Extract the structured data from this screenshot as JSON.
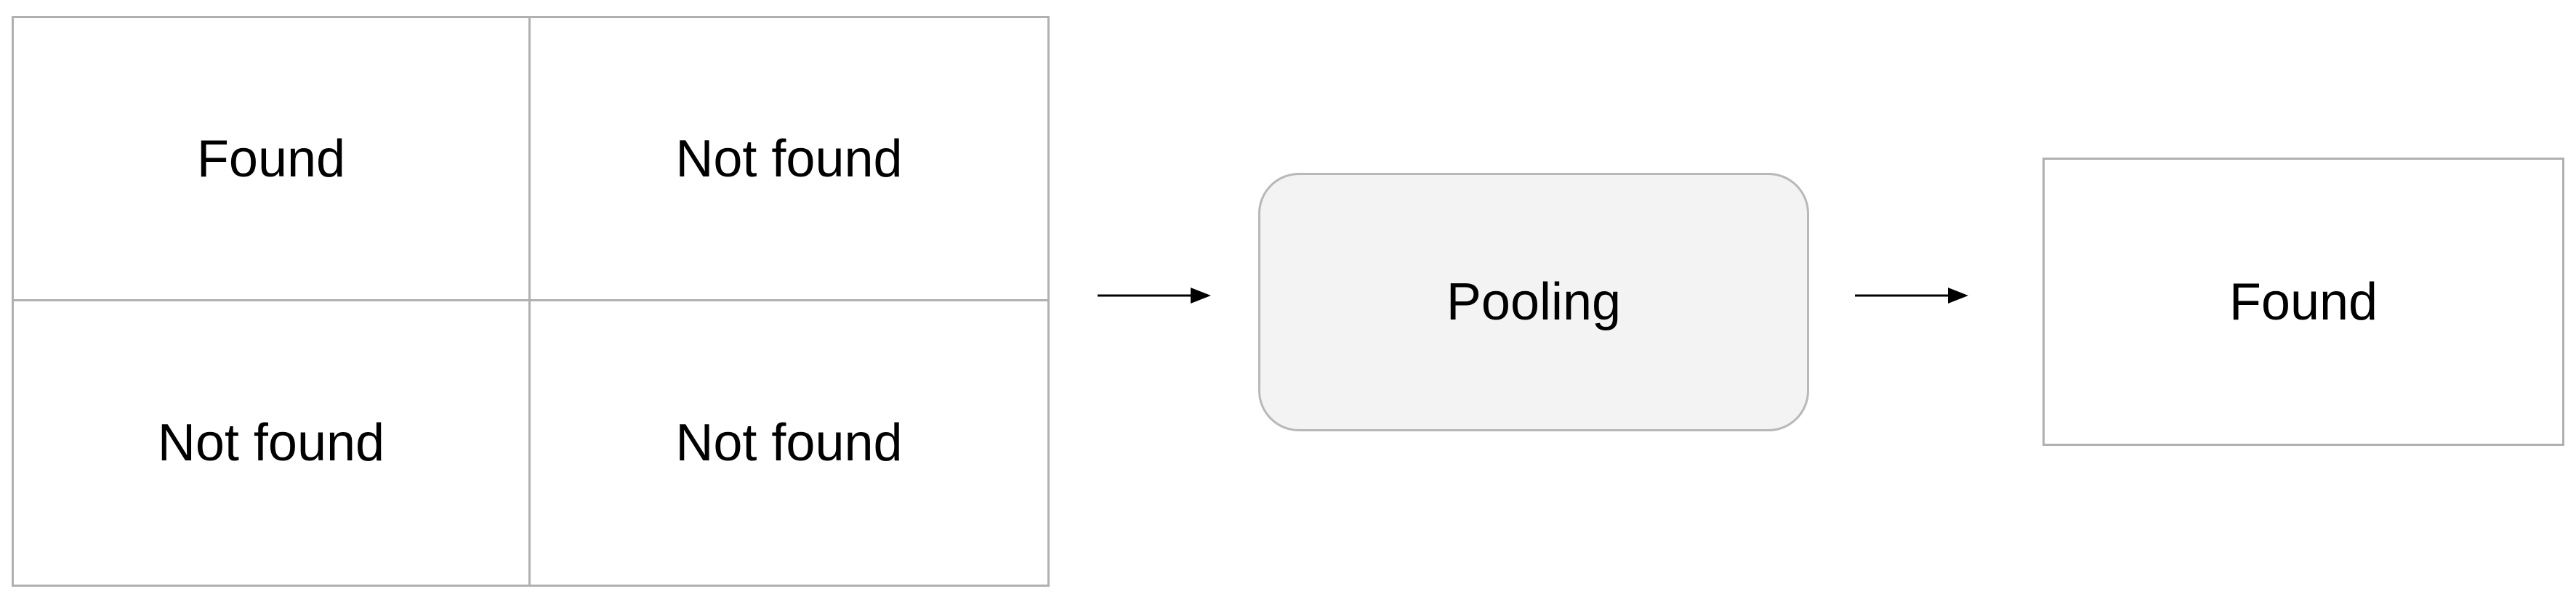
{
  "grid": {
    "cells": [
      {
        "label": "Found"
      },
      {
        "label": "Not found"
      },
      {
        "label": "Not found"
      },
      {
        "label": "Not found"
      }
    ]
  },
  "pooling": {
    "label": "Pooling"
  },
  "result": {
    "label": "Found"
  },
  "colors": {
    "border": "#b0b0b0",
    "pooling_fill": "#f3f3f3",
    "arrow": "#000000"
  }
}
